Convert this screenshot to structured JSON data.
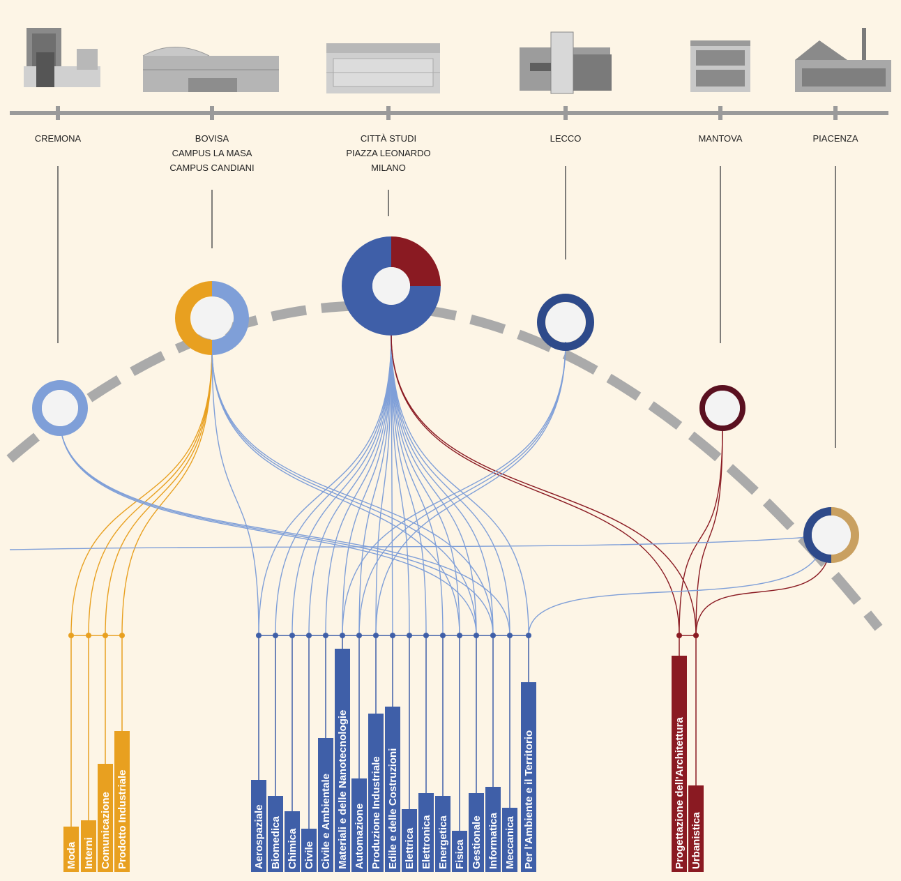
{
  "campuses": [
    {
      "id": "cremona",
      "lines": [
        "CREMONA"
      ]
    },
    {
      "id": "bovisa",
      "lines": [
        "BOVISA",
        "CAMPUS LA MASA",
        "CAMPUS CANDIANI"
      ]
    },
    {
      "id": "citta-studi",
      "lines": [
        "CITTÀ STUDI",
        "PIAZZA LEONARDO",
        "MILANO"
      ]
    },
    {
      "id": "lecco",
      "lines": [
        "LECCO"
      ]
    },
    {
      "id": "mantova",
      "lines": [
        "MANTOVA"
      ]
    },
    {
      "id": "piacenza",
      "lines": [
        "PIACENZA"
      ]
    }
  ],
  "groups": [
    {
      "id": "design",
      "color": "#e8a020",
      "courses": [
        "Moda",
        "Interni",
        "Comunicazione",
        "Prodotto Industriale"
      ]
    },
    {
      "id": "engineering",
      "color": "#3f5fa8",
      "courses": [
        "Aerospaziale",
        "Biomedica",
        "Chimica",
        "Civile",
        "Civile e Ambientale",
        "Materiali e delle Nanotecnologie",
        "Automazione",
        "Produzione Industriale",
        "Edile e delle Costruzioni",
        "Elettrica",
        "Elettronica",
        "Energetica",
        "Fisica",
        "Gestionale",
        "Informatica",
        "Meccanica",
        "Per l'Ambiente e il Territorio"
      ]
    },
    {
      "id": "architecture",
      "color": "#8a1a22",
      "courses": [
        "Progettazione dell'Architettura",
        "Urbanistica"
      ]
    }
  ],
  "colors": {
    "background": "#fdf5e6",
    "timeline": "#9a9a9a",
    "arc": "#aaaaaa",
    "design": "#e8a020",
    "engineering": "#3f5fa8",
    "engineering_light": "#7f9fd8",
    "architecture": "#8a1a22",
    "mantova": "#5a1020",
    "piacenza_tan": "#c9a060",
    "engineering_dark": "#2e4a8a"
  },
  "icons": [
    "cremona-building-icon",
    "bovisa-building-icon",
    "citta-studi-building-icon",
    "lecco-building-icon",
    "mantova-building-icon",
    "piacenza-building-icon"
  ]
}
